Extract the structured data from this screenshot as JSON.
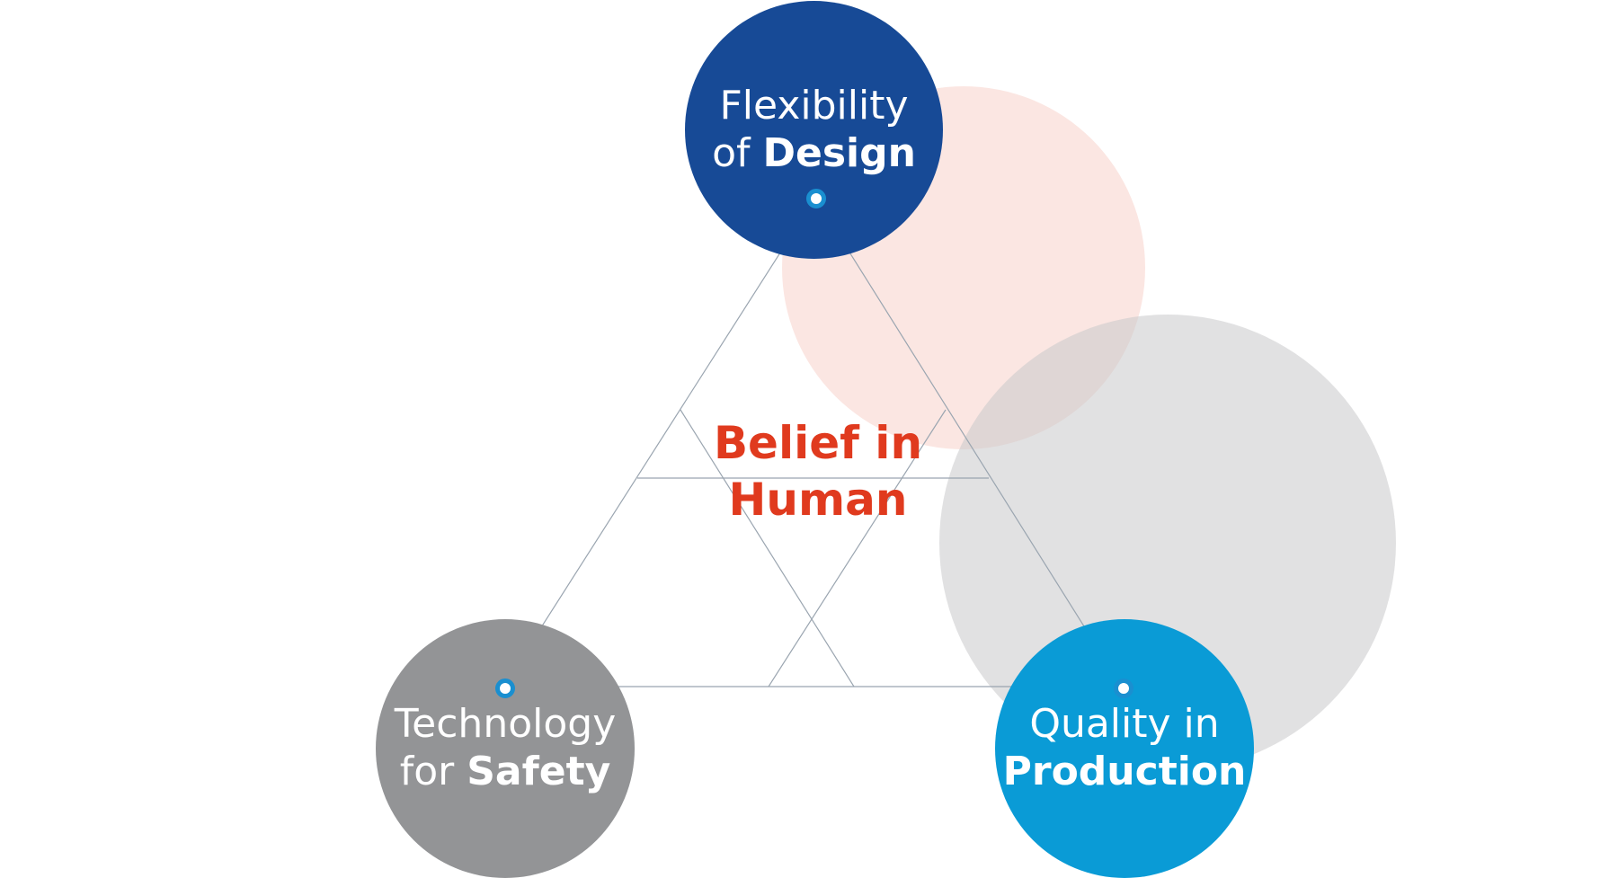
{
  "colors": {
    "design_blue": "#174a96",
    "safety_gray": "#939496",
    "production_cyan": "#0a9bd6",
    "pink_circle": "#fbe6e2",
    "gray_circle": "#e2e2e3",
    "accent_red": "#e03a1e",
    "line": "#9aa5b0",
    "dot_border": "#1a8fd0"
  },
  "center": {
    "line1": "Belief in",
    "line2": "Human"
  },
  "nodes": {
    "design": {
      "line1": "Flexibility",
      "line2_prefix": "of ",
      "line2_bold": "Design"
    },
    "safety": {
      "line1": "Technology",
      "line2_prefix": "for ",
      "line2_bold": "Safety"
    },
    "production": {
      "line1": "Quality in",
      "line2_prefix": "",
      "line2_bold": "Production"
    }
  }
}
